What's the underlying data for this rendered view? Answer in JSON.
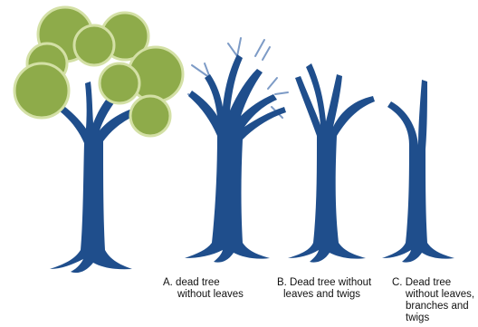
{
  "colors": {
    "trunk": "#1f4e8c",
    "foliage": "#8eab4a",
    "foliage_edge": "#d3e0a5",
    "foliage_shade": "#a3bb5f",
    "twig": "#7d9bc6",
    "caption_text": "#111111",
    "background": "#ffffff"
  },
  "trees": [
    {
      "state": "live tree with leaves"
    },
    {
      "state": "dead tree without leaves"
    },
    {
      "state": "dead tree without leaves and twigs"
    },
    {
      "state": "dead tree without leaves, branches and twigs"
    }
  ],
  "captions": {
    "a": {
      "line1": "A. dead tree",
      "line2": "without leaves"
    },
    "b": {
      "line1": "B. Dead tree without",
      "line2": "leaves and twigs"
    },
    "c": {
      "line1": "C. Dead tree",
      "line2": "without leaves,",
      "line3": "branches and",
      "line4": "twigs"
    }
  }
}
